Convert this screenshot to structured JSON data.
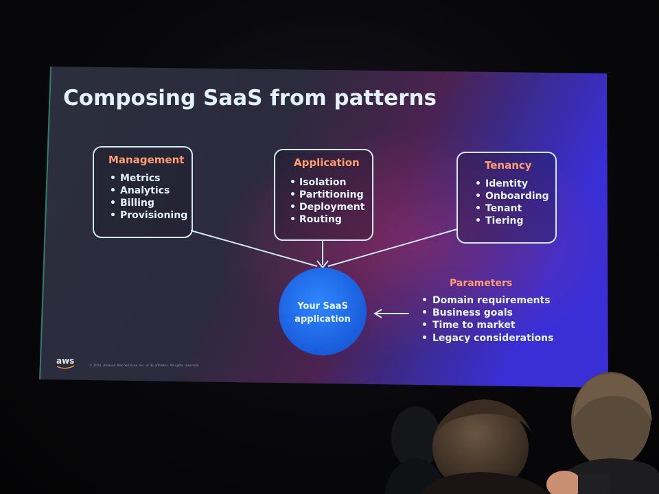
{
  "slide": {
    "title": "Composing SaaS from patterns",
    "boxes": [
      {
        "title": "Management",
        "items": [
          "Metrics",
          "Analytics",
          "Billing",
          "Provisioning"
        ]
      },
      {
        "title": "Application",
        "items": [
          "Isolation",
          "Partitioning",
          "Deployment",
          "Routing"
        ]
      },
      {
        "title": "Tenancy",
        "items": [
          "Identity",
          "Onboarding",
          "Tenant",
          "Tiering"
        ]
      }
    ],
    "center": {
      "line1": "Your SaaS",
      "line2": "application"
    },
    "parameters": {
      "title": "Parameters",
      "items": [
        "Domain requirements",
        "Business goals",
        "Time to market",
        "Legacy considerations"
      ]
    },
    "footer": {
      "logo": "aws",
      "copyright": "© 2022, Amazon Web Services, Inc. or its affiliates. All rights reserved."
    }
  },
  "colors": {
    "accent_orange": "#ff9e6e",
    "circle_blue": "#1f6fe8",
    "outline": "#cfeaf4"
  }
}
